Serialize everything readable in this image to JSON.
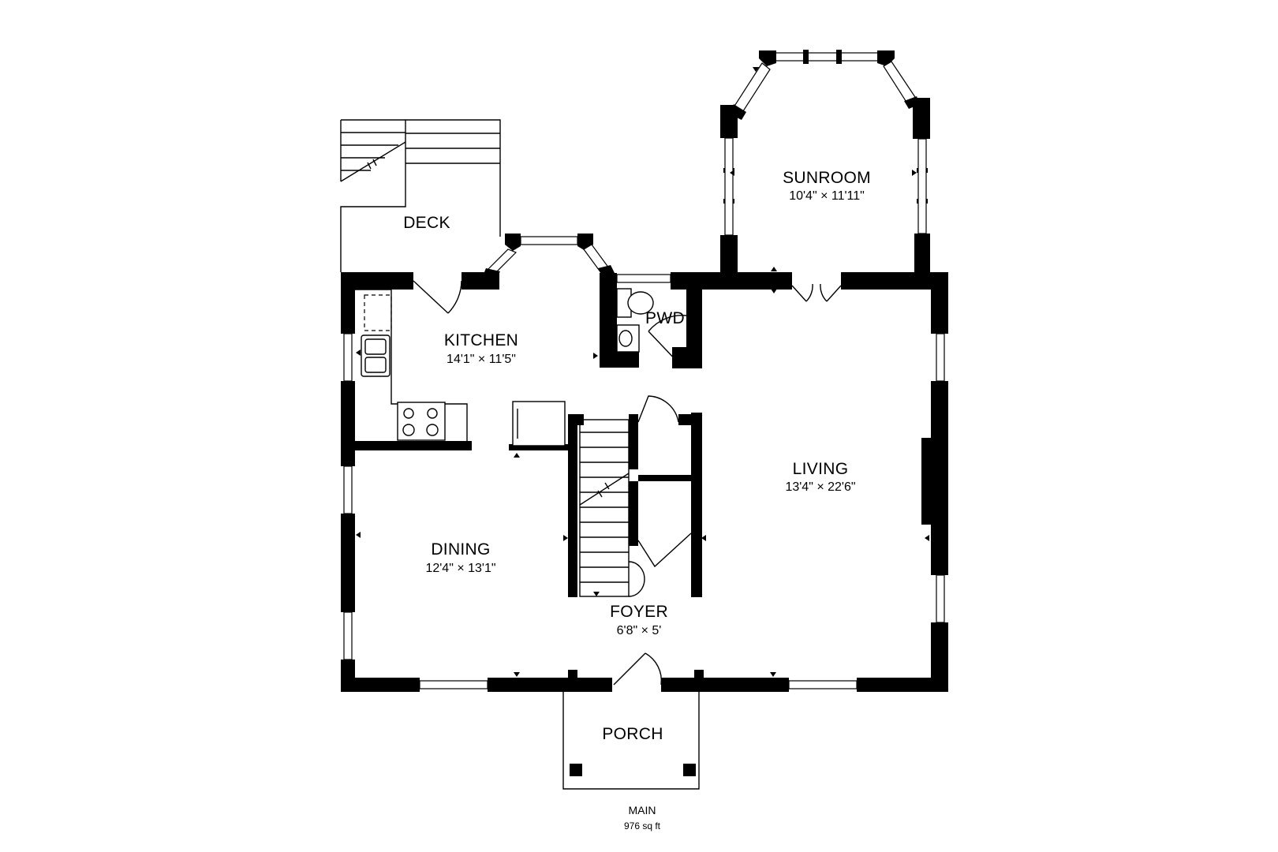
{
  "floor": {
    "name": "MAIN",
    "area": "976 sq ft"
  },
  "rooms": {
    "deck": {
      "name": "DECK"
    },
    "kitchen": {
      "name": "KITCHEN",
      "dimensions": "14'1\" × 11'5\""
    },
    "pwd": {
      "name": "PWD"
    },
    "sunroom": {
      "name": "SUNROOM",
      "dimensions": "10'4\" × 11'11\""
    },
    "living": {
      "name": "LIVING",
      "dimensions": "13'4\" × 22'6\""
    },
    "dining": {
      "name": "DINING",
      "dimensions": "12'4\" × 13'1\""
    },
    "foyer": {
      "name": "FOYER",
      "dimensions": "6'8\" × 5'"
    },
    "porch": {
      "name": "PORCH"
    }
  },
  "colors": {
    "wall": "#000000",
    "background": "#ffffff"
  }
}
